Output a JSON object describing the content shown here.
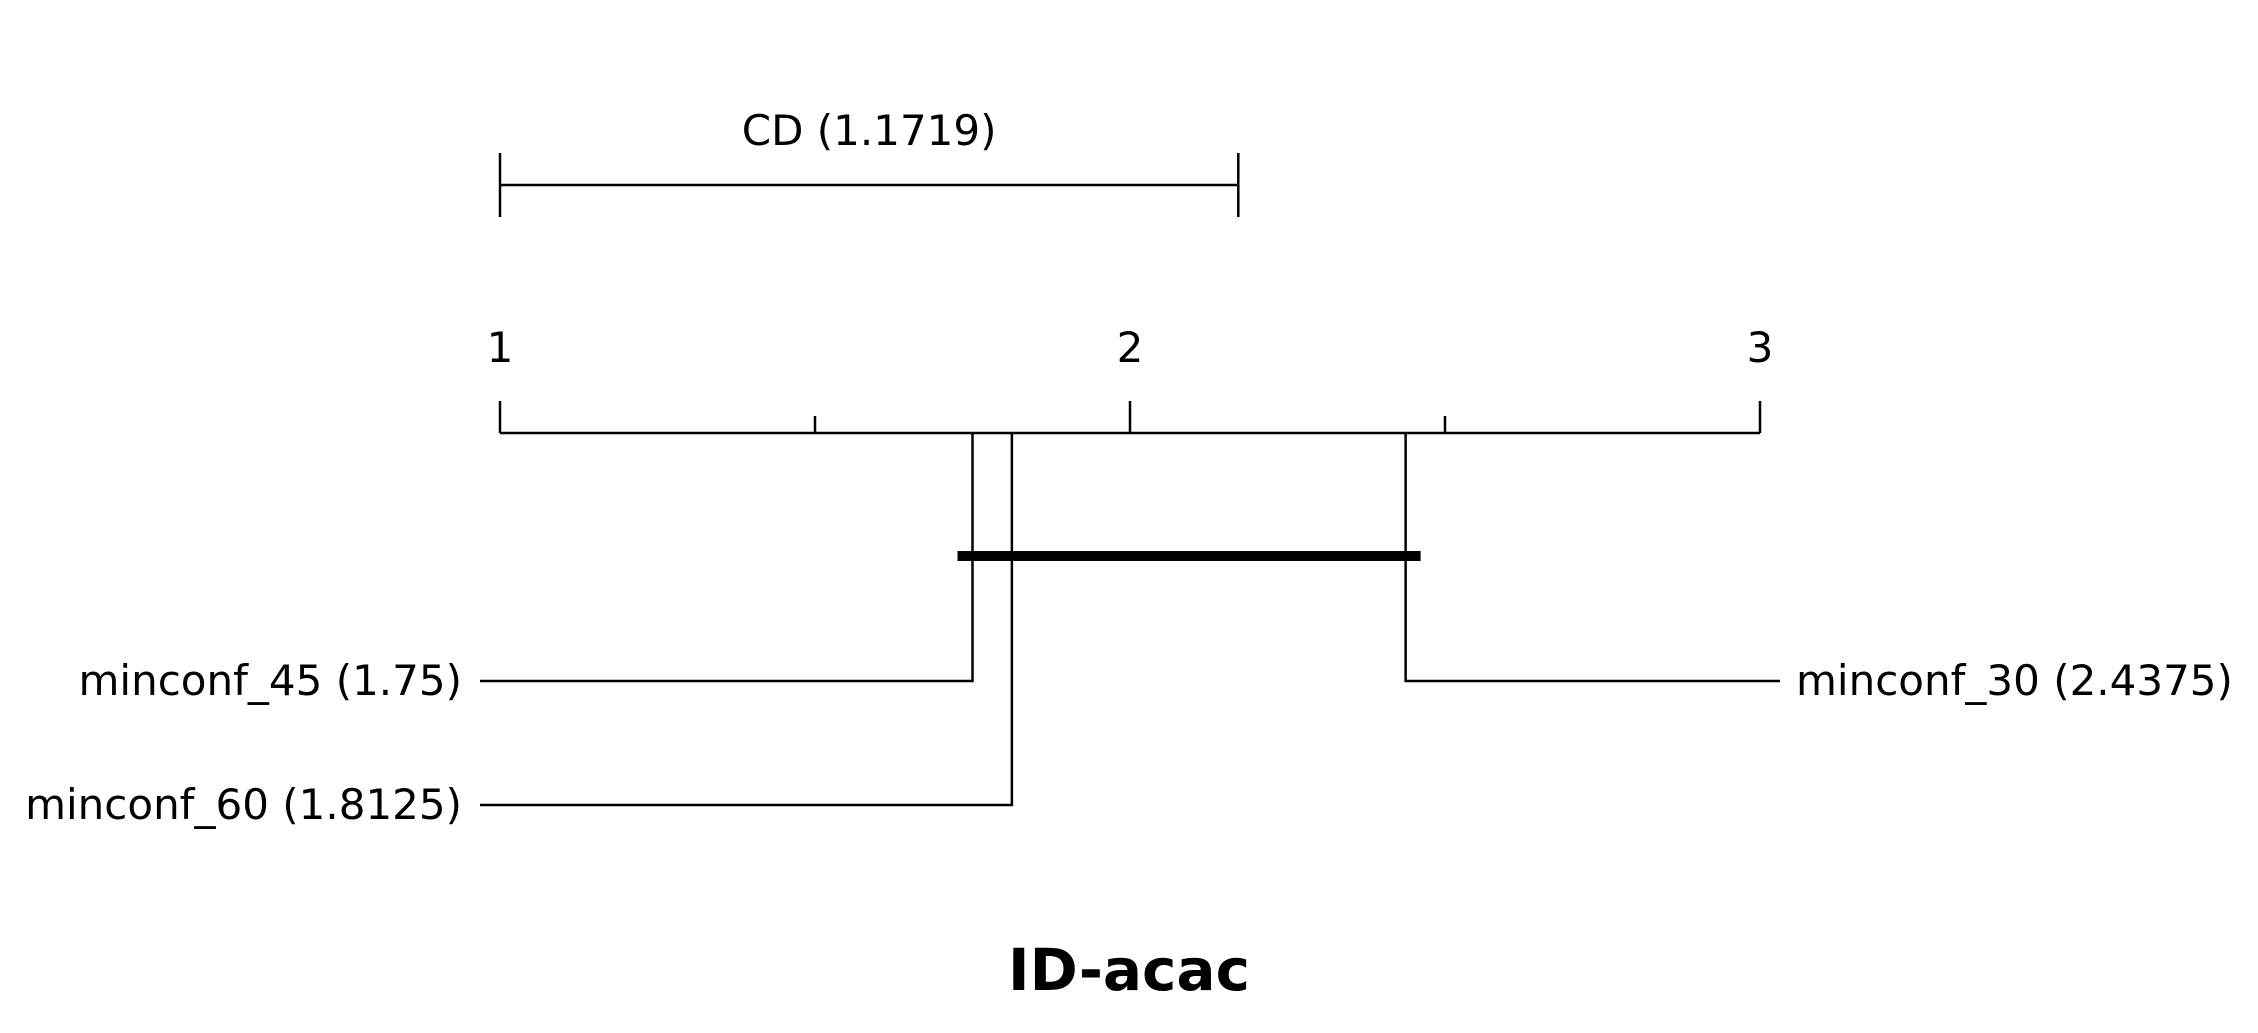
{
  "chart_data": {
    "type": "critical-difference",
    "title": "ID-acac",
    "axis": {
      "min": 1,
      "max": 3,
      "major_ticks": [
        1,
        2,
        3
      ],
      "minor_ticks": [
        1.5,
        2.5
      ]
    },
    "cd": {
      "label": "CD (1.1719)",
      "value": 1.1719
    },
    "methods": [
      {
        "name": "minconf_45",
        "rank": 1.75,
        "label": "minconf_45 (1.75)",
        "side": "left"
      },
      {
        "name": "minconf_60",
        "rank": 1.8125,
        "label": "minconf_60 (1.8125)",
        "side": "left"
      },
      {
        "name": "minconf_30",
        "rank": 2.4375,
        "label": "minconf_30 (2.4375)",
        "side": "right"
      }
    ],
    "cliques": [
      {
        "from": 1.75,
        "to": 2.4375
      }
    ]
  }
}
